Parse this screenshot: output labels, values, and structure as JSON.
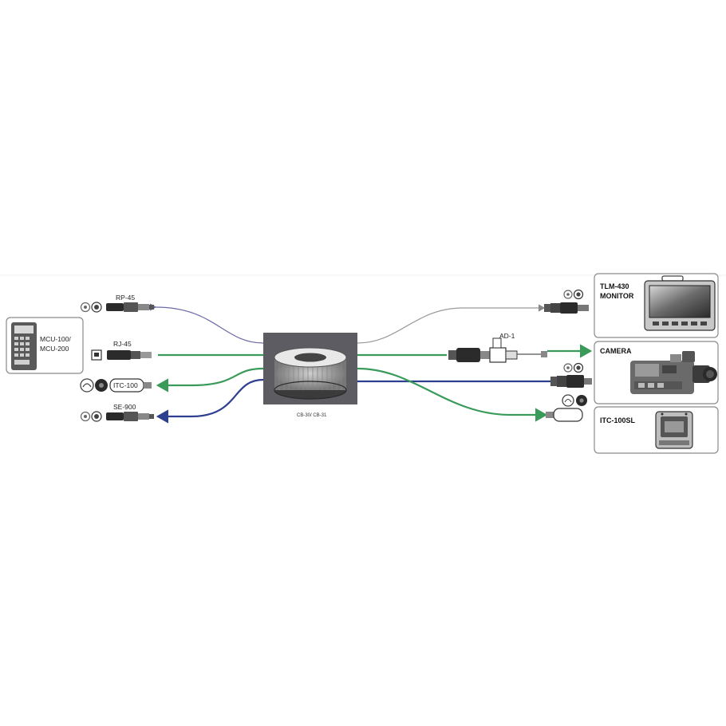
{
  "colors": {
    "purple_cable": "#6e6aa8",
    "green_cable": "#3a9a5a",
    "blue_cable": "#2f3f8f",
    "gray_cable": "#9a9a9a",
    "hub_bg": "#5c5c62",
    "box_border": "#8a8a8a"
  },
  "left_device": {
    "label_line1": "MCU-100/",
    "label_line2": "MCU-200"
  },
  "left_connectors": [
    {
      "label": "RP-45"
    },
    {
      "label": "RJ-45"
    },
    {
      "label": "ITC-100"
    },
    {
      "label": "SE-900"
    }
  ],
  "hub": {
    "caption": "CB-30/ CB-31"
  },
  "adapter": {
    "label": "AD-1"
  },
  "right_devices": [
    {
      "label_line1": "TLM-430",
      "label_line2": "MONITOR"
    },
    {
      "label_line1": "CAMERA"
    },
    {
      "label_line1": "ITC-100SL"
    }
  ]
}
